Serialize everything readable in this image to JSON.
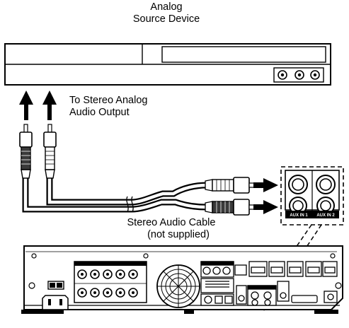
{
  "source_device": {
    "title_line1": "Analog",
    "title_line2": "Source Device"
  },
  "output_label": {
    "line1": "To Stereo Analog",
    "line2": "Audio Output"
  },
  "cable_label": {
    "line1": "Stereo Audio Cable",
    "line2": "(not supplied)"
  },
  "aux_panel": {
    "aux_in_1": "AUX IN 1",
    "aux_in_2": "AUX IN 2"
  }
}
